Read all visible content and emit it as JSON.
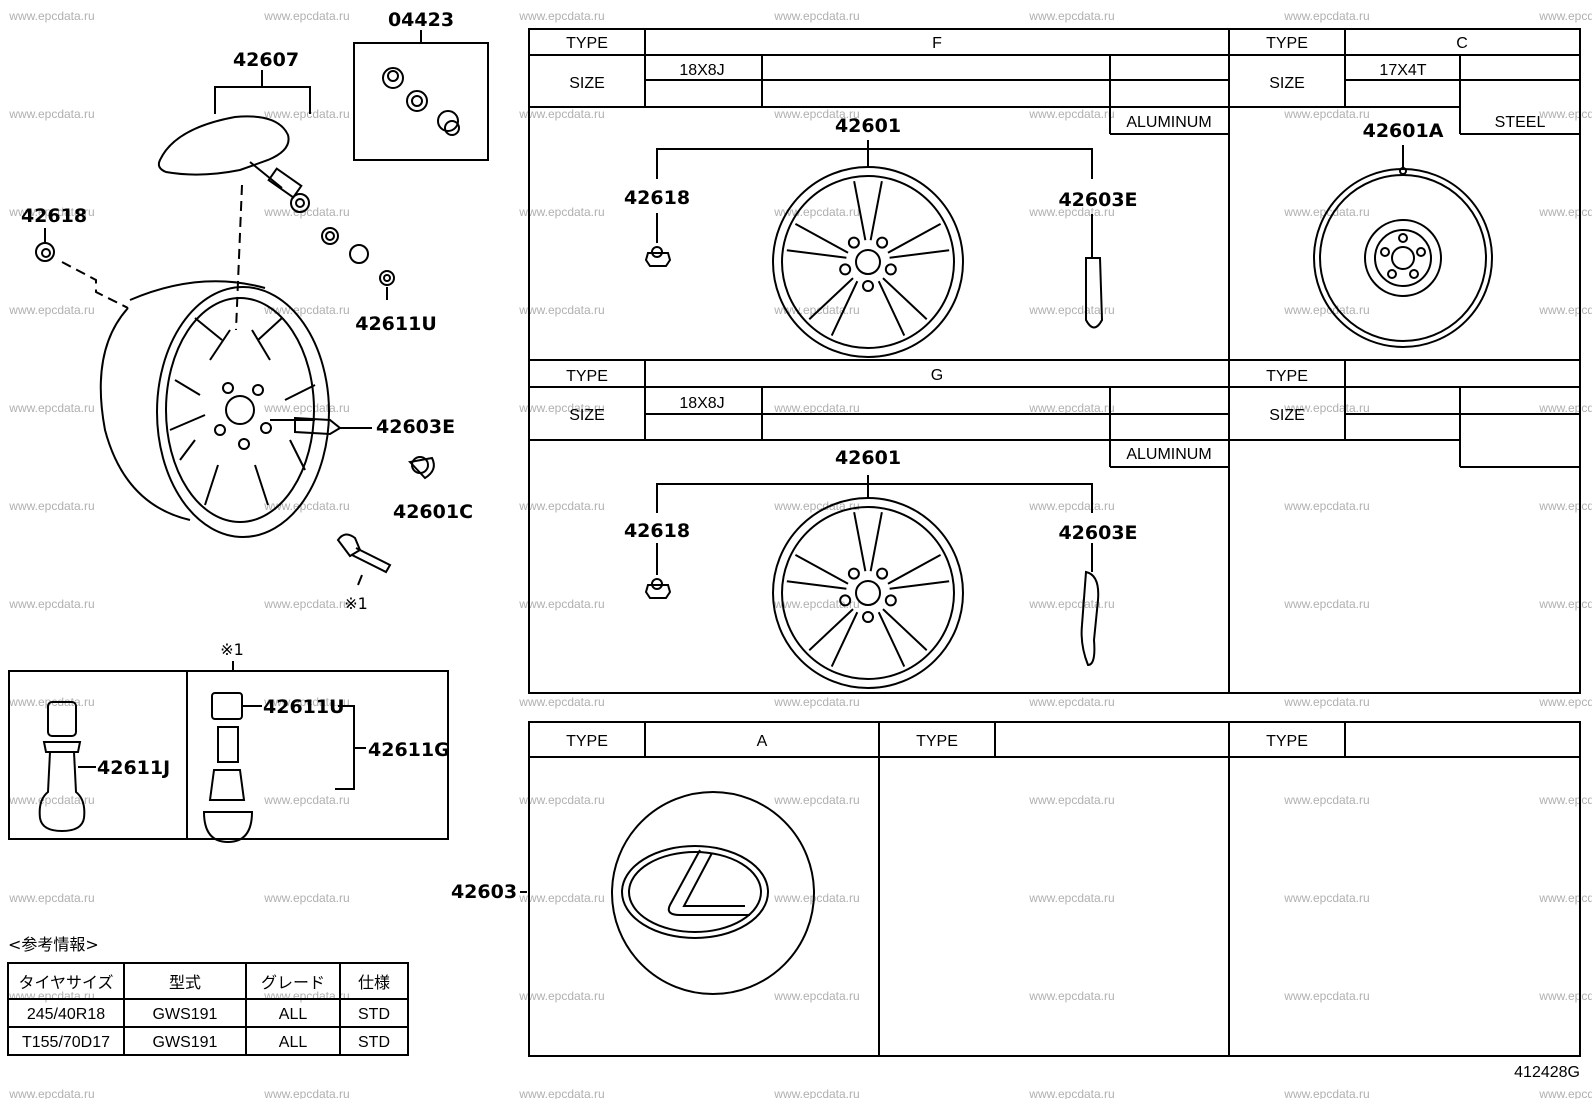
{
  "watermark": "www.epcdata.ru",
  "diagram_code": "412428G",
  "left_parts": {
    "p04423": "04423",
    "p42607": "42607",
    "p42618": "42618",
    "p42611U": "42611U",
    "p42603E": "42603E",
    "p42601C": "42601C",
    "ref_mark": "※1"
  },
  "valve_box": {
    "ref_mark": "※1",
    "p42611J": "42611J",
    "p42611U": "42611U",
    "p42611G": "42611G"
  },
  "panel_F": {
    "type_label": "TYPE",
    "type_value": "F",
    "size_label": "SIZE",
    "size_value": "18X8J",
    "material": "ALUMINUM",
    "p42601": "42601",
    "p42618": "42618",
    "p42603E": "42603E"
  },
  "panel_C": {
    "type_label": "TYPE",
    "type_value": "C",
    "size_label": "SIZE",
    "size_value": "17X4T",
    "material": "STEEL",
    "p42601A": "42601A"
  },
  "panel_G": {
    "type_label": "TYPE",
    "type_value": "G",
    "size_label": "SIZE",
    "size_value": "18X8J",
    "material": "ALUMINUM",
    "p42601": "42601",
    "p42618": "42618",
    "p42603E": "42603E"
  },
  "panel_empty1": {
    "type_label": "TYPE",
    "size_label": "SIZE"
  },
  "panel_A": {
    "type_label": "TYPE",
    "type_value": "A",
    "p42603": "42603"
  },
  "panel_empty2": {
    "type_label": "TYPE"
  },
  "panel_empty3": {
    "type_label": "TYPE"
  },
  "ref_info": {
    "title": "<参考情報>",
    "headers": [
      "タイヤサイズ",
      "型式",
      "グレード",
      "仕様"
    ],
    "rows": [
      [
        "245/40R18",
        "GWS191",
        "ALL",
        "STD"
      ],
      [
        "T155/70D17",
        "GWS191",
        "ALL",
        "STD"
      ]
    ]
  }
}
